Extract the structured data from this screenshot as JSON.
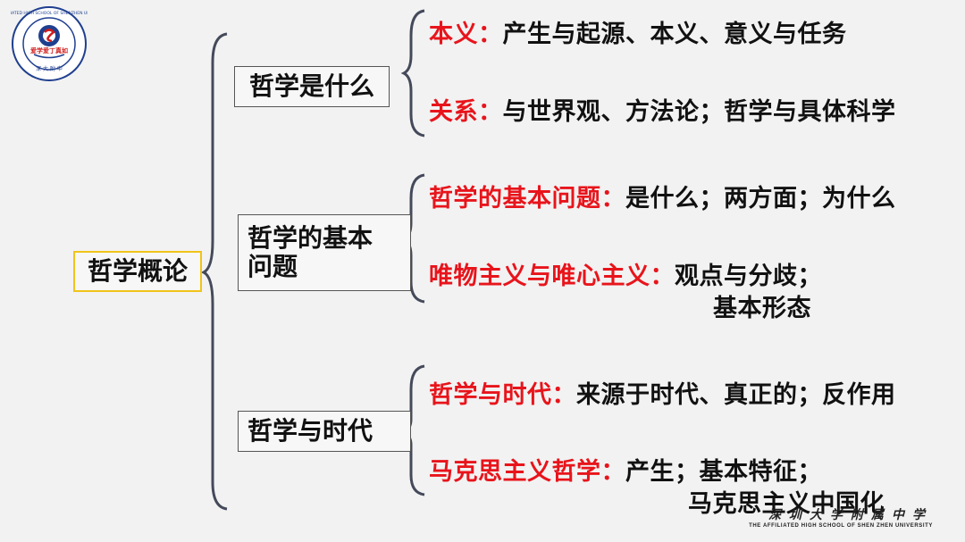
{
  "school": {
    "logo_text": "THE AFFILIATED HIGH SCHOOL OF SHENZHEN UNIVERSITY",
    "logo_signature": "爱学爱丁真如",
    "logo_sub": "深大附中",
    "footer_cn": "深圳大学附属中学",
    "footer_en": "THE AFFILIATED HIGH SCHOOL OF SHEN ZHEN UNIVERSITY"
  },
  "root": {
    "label": "哲学概论",
    "border_color": "#f0c419"
  },
  "branches": [
    {
      "label": "哲学是什么",
      "items": [
        {
          "key": "本义：",
          "text": "产生与起源、本义、意义与任务"
        },
        {
          "key": "关系：",
          "text": "与世界观、方法论；哲学与具体科学"
        }
      ]
    },
    {
      "label": "哲学的基本问题",
      "items": [
        {
          "key": "哲学的基本问题：",
          "text": "是什么；两方面；为什么"
        },
        {
          "key": "唯物主义与唯心主义：",
          "text": "观点与分歧；",
          "text2": "基本形态"
        }
      ]
    },
    {
      "label": "哲学与时代",
      "items": [
        {
          "key": "哲学与时代：",
          "text": "来源于时代、真正的；反作用"
        },
        {
          "key": "马克思主义哲学：",
          "text": "产生；基本特征；",
          "text2": "马克思主义中国化"
        }
      ]
    }
  ],
  "colors": {
    "key_red": "#e8141b",
    "brace": "#444a5a",
    "background": "#f2f2f2"
  }
}
